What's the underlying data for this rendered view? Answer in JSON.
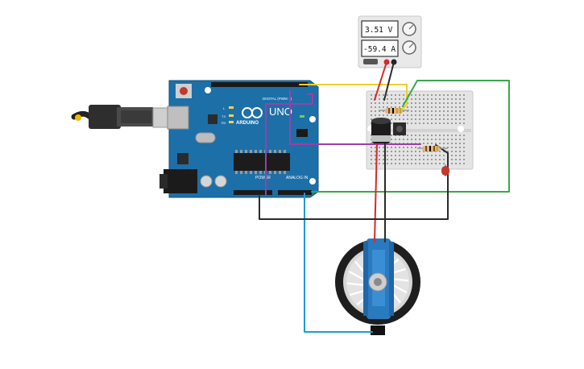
{
  "power_supply": {
    "voltage_display": "3.51 V",
    "current_display": "-59.4 A"
  },
  "arduino": {
    "brand_label": "ARDUINO",
    "model_label": "UNO",
    "digital_label": "DIGITAL (PWM ~)",
    "power_label": "POWER",
    "analog_label": "ANALOG IN",
    "tx_label": "TX",
    "rx_label": "RX",
    "l_label": "L"
  },
  "wire_colors": {
    "red": "#d42a2a",
    "black": "#2b2b2b",
    "yellow": "#ecd02a",
    "green": "#3aa84a",
    "purple": "#9b3fa8",
    "blue": "#1f9bd1",
    "board": "#1d6fa8"
  }
}
